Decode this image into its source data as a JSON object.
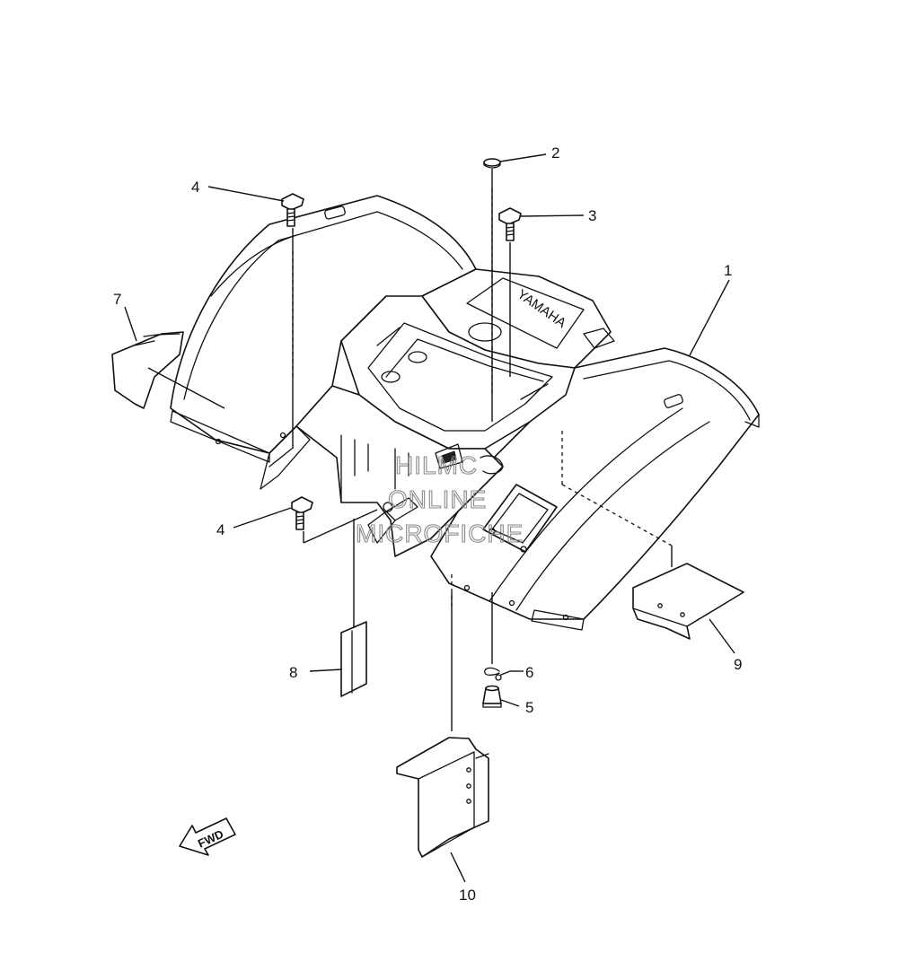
{
  "callouts": [
    {
      "id": "1",
      "label": "1"
    },
    {
      "id": "2",
      "label": "2"
    },
    {
      "id": "3",
      "label": "3"
    },
    {
      "id": "4a",
      "label": "4"
    },
    {
      "id": "4b",
      "label": "4"
    },
    {
      "id": "5",
      "label": "5"
    },
    {
      "id": "6",
      "label": "6"
    },
    {
      "id": "7",
      "label": "7"
    },
    {
      "id": "8",
      "label": "8"
    },
    {
      "id": "9",
      "label": "9"
    },
    {
      "id": "10",
      "label": "10"
    }
  ],
  "emboss": "YAMAHA",
  "fwd_label": "FWD",
  "watermark": [
    "HILMC",
    "ONLINE",
    "MICROFICHE"
  ]
}
